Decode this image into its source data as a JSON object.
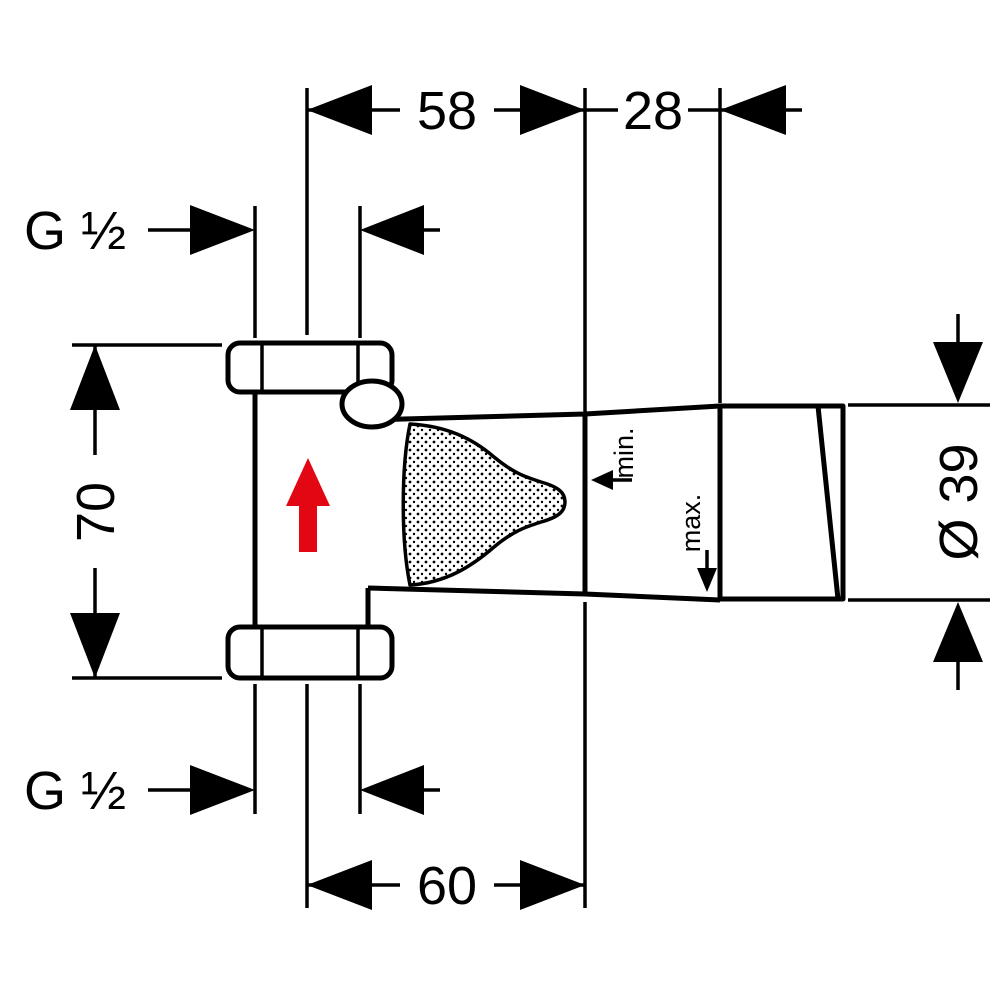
{
  "diagram": {
    "type": "technical-drawing",
    "subject": "concealed shut-off valve installation dimensions",
    "colors": {
      "line": "#000000",
      "flow_arrow": "#e30613",
      "background": "#ffffff"
    },
    "dimensions": {
      "top_width": "58",
      "top_depth": "28",
      "body_height": "70",
      "bottom_width": "60",
      "diameter": "Ø 39",
      "thread_top": "G ½",
      "thread_bottom": "G ½",
      "depth_min_label": "min.",
      "depth_max_label": "max."
    },
    "icons": {
      "flow_arrow": "up-arrow"
    }
  }
}
